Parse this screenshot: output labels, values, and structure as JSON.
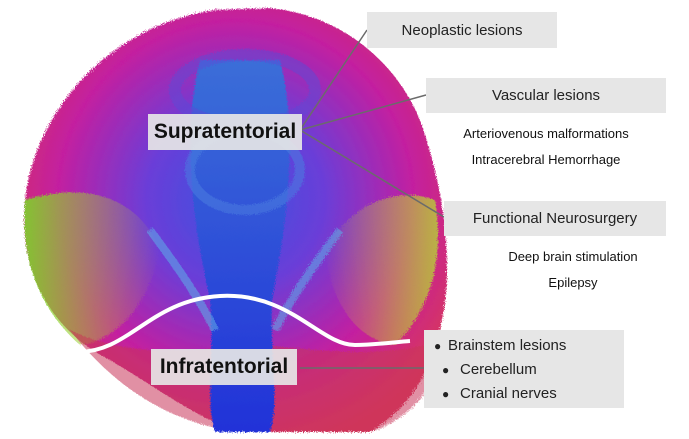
{
  "regions": {
    "supratentorial": "Supratentorial",
    "infratentorial": "Infratentorial"
  },
  "supratentorial_topics": {
    "neoplastic": "Neoplastic lesions",
    "vascular": {
      "title": "Vascular lesions",
      "items": [
        "Arteriovenous malformations",
        "Intracerebral Hemorrhage"
      ]
    },
    "functional": {
      "title": "Functional Neurosurgery",
      "items": [
        "Deep brain stimulation",
        "Epilepsy"
      ]
    }
  },
  "infratentorial_topics": {
    "items": [
      "Brainstem lesions",
      "Cerebellum",
      "Cranial nerves"
    ]
  },
  "colors": {
    "callout_box": "#e6e6e6",
    "connector": "#6b6b6b",
    "divider": "#ffffff",
    "tract_blue": "#2b3fd6",
    "tract_magenta": "#c21fa8",
    "tract_green": "#7bd32a",
    "tract_yellow": "#d6c43a"
  }
}
